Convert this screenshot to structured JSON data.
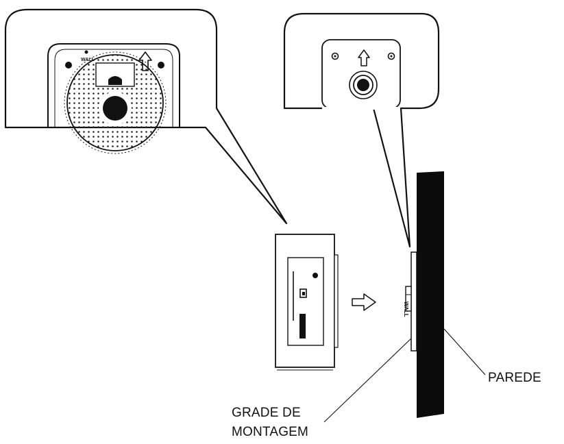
{
  "labels": {
    "wall": "PAREDE",
    "mounting_grid_line1": "GRADE DE",
    "mounting_grid_line2": "MONTAGEM"
  },
  "small_marks": {
    "callout_left_tag": "WALL",
    "side_view_tag": "WALL"
  },
  "colors": {
    "ink": "#111111",
    "paper": "#ffffff"
  },
  "icons": [
    "screw-hole-icon",
    "up-arrow-icon",
    "push-arrow-icon"
  ]
}
